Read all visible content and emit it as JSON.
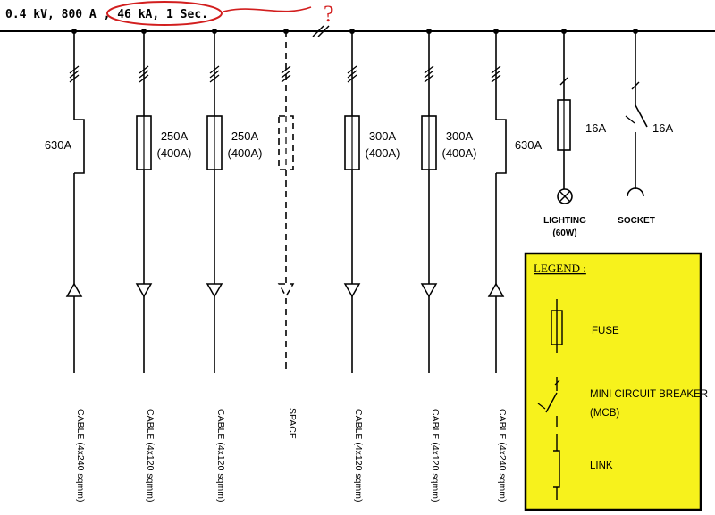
{
  "bus": {
    "title": "0.4 kV, 800 A , 46 kA, 1 Sec.",
    "annotation": "?"
  },
  "feeders": [
    {
      "rating": "630A",
      "rating2": "",
      "cable": "CABLE (4x240 sqmm)",
      "kind": "link"
    },
    {
      "rating": "250A",
      "rating2": "(400A)",
      "cable": "CABLE (4x120 sqmm)",
      "kind": "fuse"
    },
    {
      "rating": "250A",
      "rating2": "(400A)",
      "cable": "CABLE (4x120 sqmm)",
      "kind": "fuse"
    },
    {
      "rating": "",
      "rating2": "",
      "cable": "SPACE",
      "kind": "space"
    },
    {
      "rating": "300A",
      "rating2": "(400A)",
      "cable": "CABLE (4x120 sqmm)",
      "kind": "fuse"
    },
    {
      "rating": "300A",
      "rating2": "(400A)",
      "cable": "CABLE (4x120 sqmm)",
      "kind": "fuse"
    },
    {
      "rating": "630A",
      "rating2": "",
      "cable": "CABLE (4x240 sqmm)",
      "kind": "link"
    }
  ],
  "small_circuits": {
    "lighting": {
      "rating": "16A",
      "label": "LIGHTING",
      "sub": "(60W)"
    },
    "socket": {
      "rating": "16A",
      "label": "SOCKET"
    }
  },
  "legend": {
    "title": "LEGEND :",
    "items": [
      {
        "label": "FUSE",
        "sub": ""
      },
      {
        "label": "MINI CIRCUIT BREAKER",
        "sub": "(MCB)"
      },
      {
        "label": "LINK",
        "sub": ""
      }
    ]
  },
  "colors": {
    "legend_bg": "#f7f21c",
    "annotation": "#d21e1e",
    "ink": "#000000"
  }
}
